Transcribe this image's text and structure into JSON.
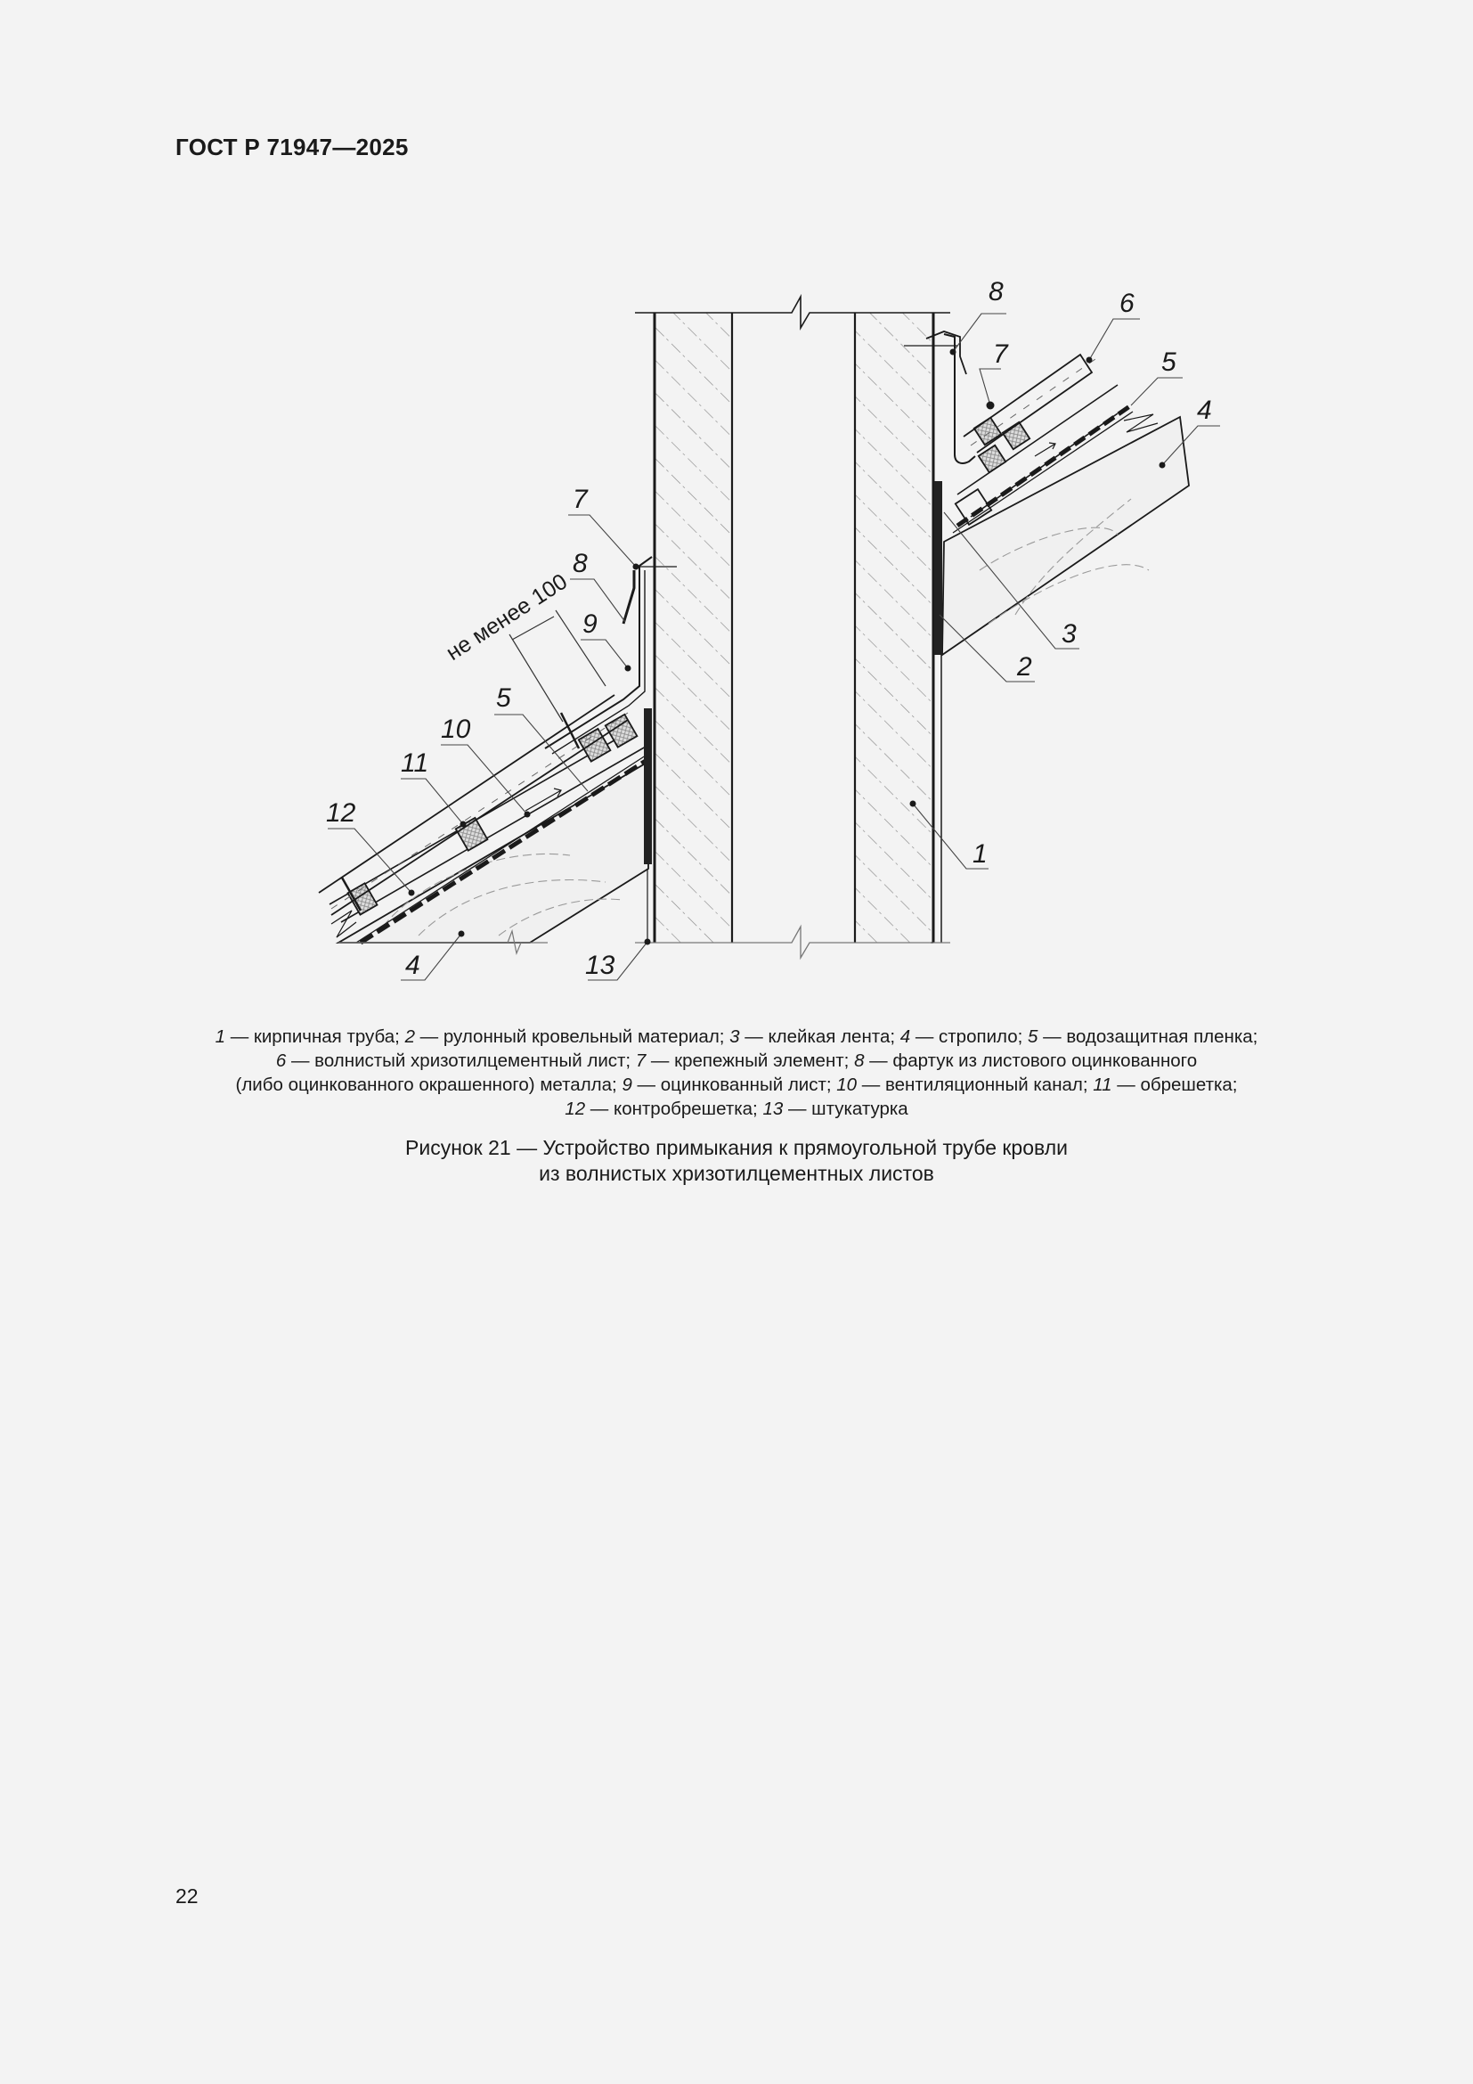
{
  "header": {
    "standard_code": "ГОСТ Р 71947—2025"
  },
  "figure": {
    "callouts": {
      "c1": "1",
      "c2": "2",
      "c3": "3",
      "c4_right": "4",
      "c5_right": "5",
      "c6": "6",
      "c7_right": "7",
      "c8_right": "8",
      "c7_left": "7",
      "c8_left": "8",
      "c9": "9",
      "c5_left": "5",
      "c10": "10",
      "c11": "11",
      "c12": "12",
      "c4_left": "4",
      "c13": "13"
    },
    "dimension_label": "не менее 100",
    "legend": [
      {
        "num": "1",
        "text": " — кирпичная труба; "
      },
      {
        "num": "2",
        "text": " — рулонный кровельный материал; "
      },
      {
        "num": "3",
        "text": " — клейкая лента; "
      },
      {
        "num": "4",
        "text": " — стропило; "
      },
      {
        "num": "5",
        "text": " — водозащитная пленка;"
      },
      {
        "num": "6",
        "text": " — волнистый хризотилцементный лист; "
      },
      {
        "num": "7",
        "text": " — крепежный элемент; "
      },
      {
        "num": "8",
        "text": " — фартук из листового оцинкованного"
      },
      {
        "num": "",
        "text": "(либо оцинкованного окрашенного) металла; "
      },
      {
        "num": "9",
        "text": " — оцинкованный лист; "
      },
      {
        "num": "10",
        "text": " — вентиляционный канал; "
      },
      {
        "num": "11",
        "text": " — обрешетка;"
      },
      {
        "num": "12",
        "text": " — контробрешетка; "
      },
      {
        "num": "13",
        "text": " — штукатурка"
      }
    ],
    "caption_line1": "Рисунок 21 — Устройство примыкания к прямоугольной трубе кровли",
    "caption_line2": "из волнистых хризотилцементных листов"
  },
  "footer": {
    "page_number": "22"
  }
}
